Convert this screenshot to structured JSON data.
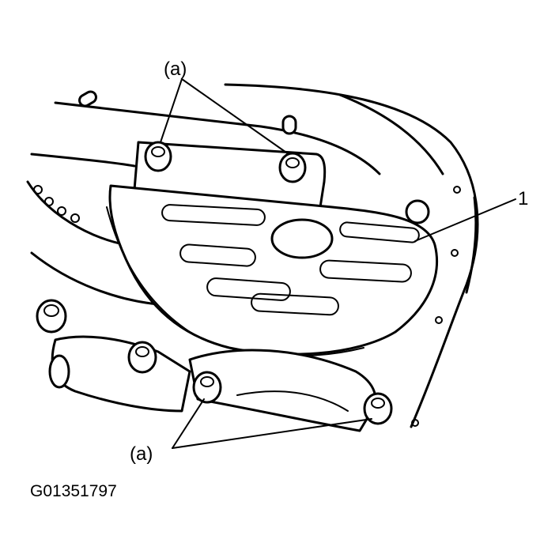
{
  "callouts": {
    "bolt_top": "(a)",
    "bolt_bottom": "(a)",
    "cover": "1"
  },
  "figure_id": "G01351797",
  "colors": {
    "ink": "#000000",
    "paper": "#ffffff"
  }
}
